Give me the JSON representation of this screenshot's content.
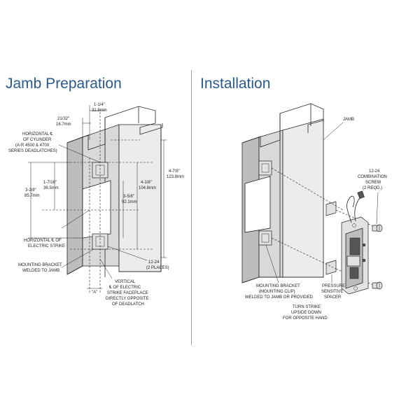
{
  "titles": {
    "left": "Jamb Preparation",
    "right": "Installation"
  },
  "left_labels": {
    "dim_1_1_4": "1-1/4\"",
    "dim_31_8": "31.8mm",
    "dim_21_32": "21/32\"",
    "dim_16_7": "16.7mm",
    "horiz_cyl_1": "HORIZONTAL ℄",
    "horiz_cyl_2": "OF CYLINDER",
    "horiz_cyl_3": "(A-R 4500 & 4700",
    "horiz_cyl_4": "SERIES DEADLATCHES)",
    "dim_1_7_16": "1-7/16\"",
    "dim_36_5": "36.5mm",
    "dim_3_3_8": "3-3/8\"",
    "dim_85_7": "85.7mm",
    "dim_3_5_8": "3-5/8\"",
    "dim_92_1": "92.1mm",
    "dim_4_1_8": "4-1/8\"",
    "dim_104_8": "104.8mm",
    "dim_4_7_8": "4-7/8\"",
    "dim_123_8": "123.8mm",
    "horiz_strike_1": "HORIZONTAL ℄ OF",
    "horiz_strike_2": "ELECTRIC STRIKE",
    "mount_bracket_1": "MOUNTING BRACKET",
    "mount_bracket_2": "WELDED TO JAMB",
    "screw_1": "12-24",
    "screw_2": "(2 PLACES)",
    "dim_a": "\"A\"",
    "vertical_1": "VERTICAL",
    "vertical_2": "℄ OF ELECTRIC",
    "vertical_3": "STRIKE FACEPLACE",
    "vertical_4": "DIRECTLY OPPOSITE",
    "vertical_5": "OF DEADLATCH"
  },
  "right_labels": {
    "jamb": "JAMB",
    "combo_1": "12-24",
    "combo_2": "COMBINATION",
    "combo_3": "SCREW",
    "combo_4": "(2 REQD.)",
    "mount_1": "MOUNTING BRACKET",
    "mount_2": "(MOUNTING CLIP)",
    "mount_3": "WELDED TO JAMB OR PROVIDED",
    "pressure_1": "PRESSURE",
    "pressure_2": "SENSITIVE",
    "pressure_3": "SPACER",
    "turn_1": "TURN STRIKE",
    "turn_2": "UPSIDE DOWN",
    "turn_3": "FOR OPPOSITE HAND"
  },
  "colors": {
    "title": "#2a5a8c",
    "divider": "#9aa4ae",
    "line": "#222222"
  }
}
